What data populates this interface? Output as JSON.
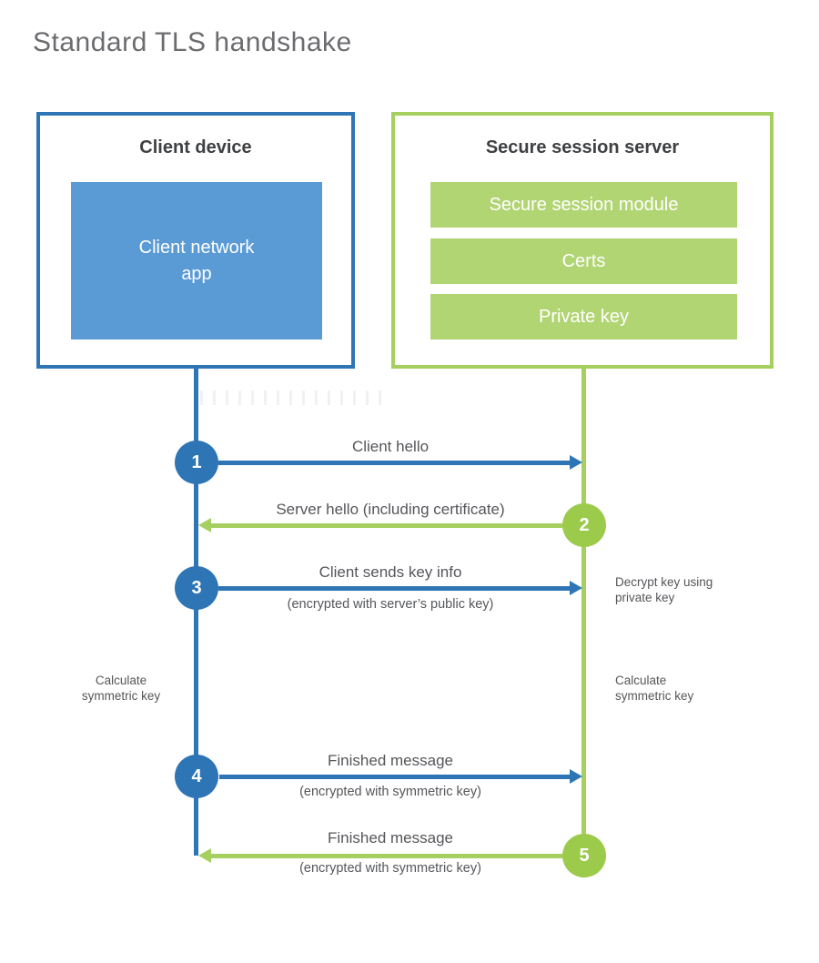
{
  "title": "Standard TLS handshake",
  "client": {
    "title": "Client device",
    "app_label": "Client network\napp"
  },
  "server": {
    "title": "Secure session server",
    "modules": [
      "Secure session module",
      "Certs",
      "Private key"
    ]
  },
  "steps": [
    {
      "num": "1",
      "label": "Client hello",
      "from": "client",
      "to": "server"
    },
    {
      "num": "2",
      "label": "Server hello (including certificate)",
      "from": "server",
      "to": "client"
    },
    {
      "num": "3",
      "label": "Client sends key info",
      "sub": "(encrypted with server’s public key)",
      "from": "client",
      "to": "server"
    },
    {
      "num": "4",
      "label": "Finished message",
      "sub": "(encrypted with symmetric key)",
      "from": "client",
      "to": "server"
    },
    {
      "num": "5",
      "label": "Finished message",
      "sub": "(encrypted with symmetric key)",
      "from": "server",
      "to": "client"
    }
  ],
  "notes": {
    "decrypt": "Decrypt key using\nprivate key",
    "calc_left": "Calculate\nsymmetric key",
    "calc_right": "Calculate\nsymmetric key"
  },
  "colors": {
    "blue": "#2E75B6",
    "blue_fill": "#5B9BD5",
    "green": "#A5CF5F",
    "green_circle": "#9CCB4C",
    "green_fill": "#B2D574",
    "label_text": "#55565A",
    "heading_text": "#3F4042",
    "title_text": "#6B6C6F"
  }
}
